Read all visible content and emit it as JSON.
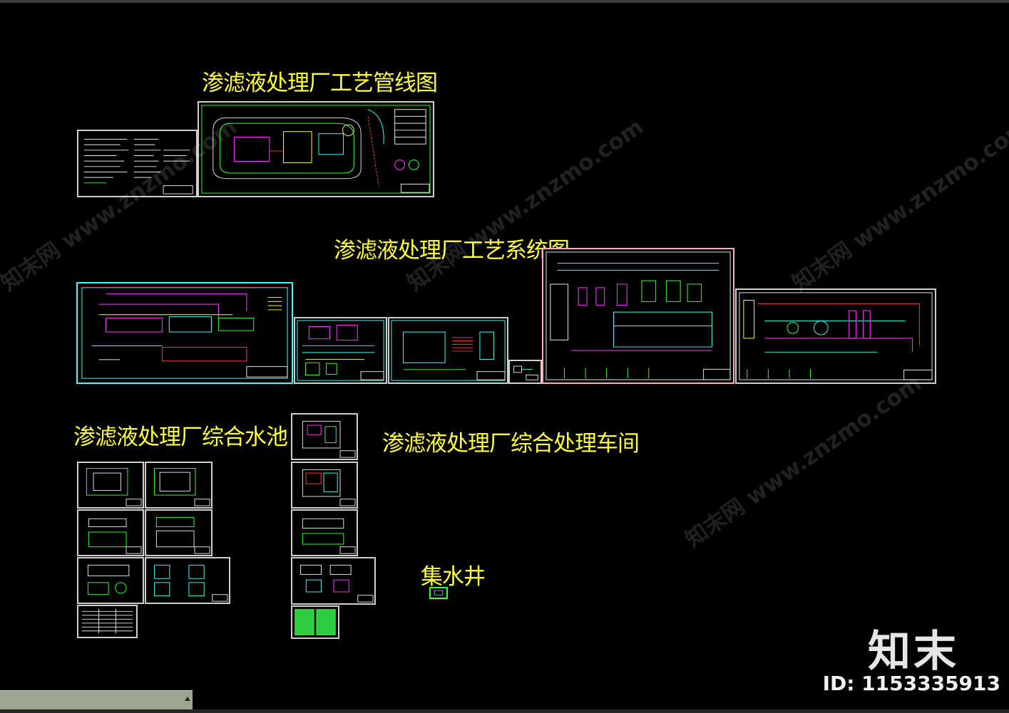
{
  "titles": {
    "pipeline": "渗滤液处理厂工艺管线图",
    "process": "渗滤液处理厂工艺系统图",
    "pool": "渗滤液处理厂综合水池",
    "workshop": "渗滤液处理厂综合处理车间",
    "well": "集水井"
  },
  "watermark": {
    "brand": "知末",
    "id": "ID: 1153335913",
    "repeat_text": "知末网 www.znzmo.com"
  },
  "colors": {
    "background": "#000000",
    "title": "#ffff3c",
    "frame": "#cfcfcf",
    "cmdbar": "#9aa68f"
  }
}
